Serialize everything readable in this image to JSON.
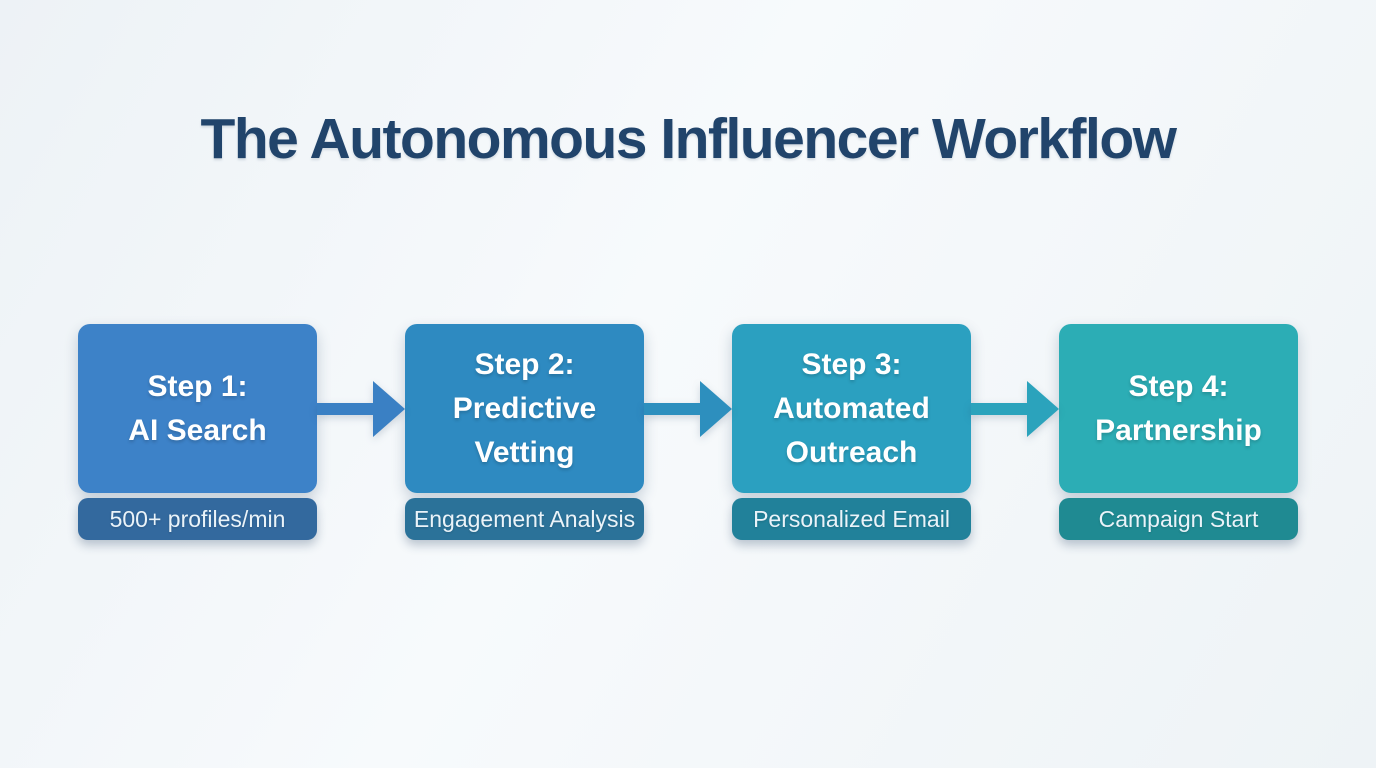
{
  "page": {
    "title": "The Autonomous Influencer Workflow",
    "title_color": "#21446b",
    "background_color": "#f2f6f9"
  },
  "diagram": {
    "type": "horizontal-flow",
    "steps": [
      {
        "title": "Step 1:\nAI Search",
        "badge": "500+ profiles/min",
        "box_color": "#3d82c8",
        "badge_color": "#33699e"
      },
      {
        "title": "Step 2:\nPredictive\nVetting",
        "badge": "Engagement Analysis",
        "box_color": "#2e8ac1",
        "badge_color": "#2b7299"
      },
      {
        "title": "Step 3:\nAutomated\nOutreach",
        "badge": "Personalized Email",
        "box_color": "#2ba0c0",
        "badge_color": "#21819a"
      },
      {
        "title": "Step 4:\nPartnership",
        "badge": "Campaign Start",
        "box_color": "#2cadb5",
        "badge_color": "#1f8a92"
      }
    ],
    "arrows": [
      {
        "name": "arrow-1",
        "color": "#3a80c4"
      },
      {
        "name": "arrow-2",
        "color": "#2d8fbe"
      },
      {
        "name": "arrow-3",
        "color": "#2ba3bc"
      }
    ]
  }
}
